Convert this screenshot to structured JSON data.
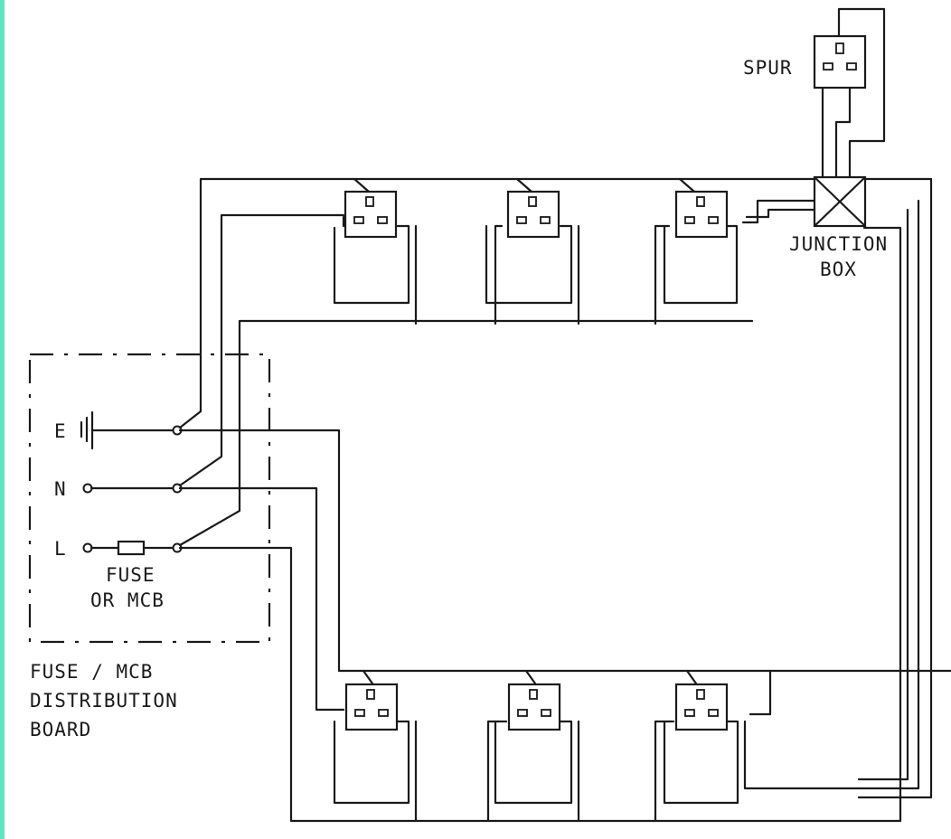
{
  "labels": {
    "spur": "SPUR",
    "junction_line1": "JUNCTION",
    "junction_line2": "BOX",
    "earth": "E",
    "neutral": "N",
    "live": "L",
    "fuse_line1": "FUSE",
    "fuse_line2": "OR MCB",
    "board_line1": "FUSE / MCB",
    "board_line2": "DISTRIBUTION",
    "board_line3": "BOARD"
  },
  "colors": {
    "accent_strip": "#5ee6c0",
    "line": "#1a1a1a",
    "background": "#ffffff"
  }
}
